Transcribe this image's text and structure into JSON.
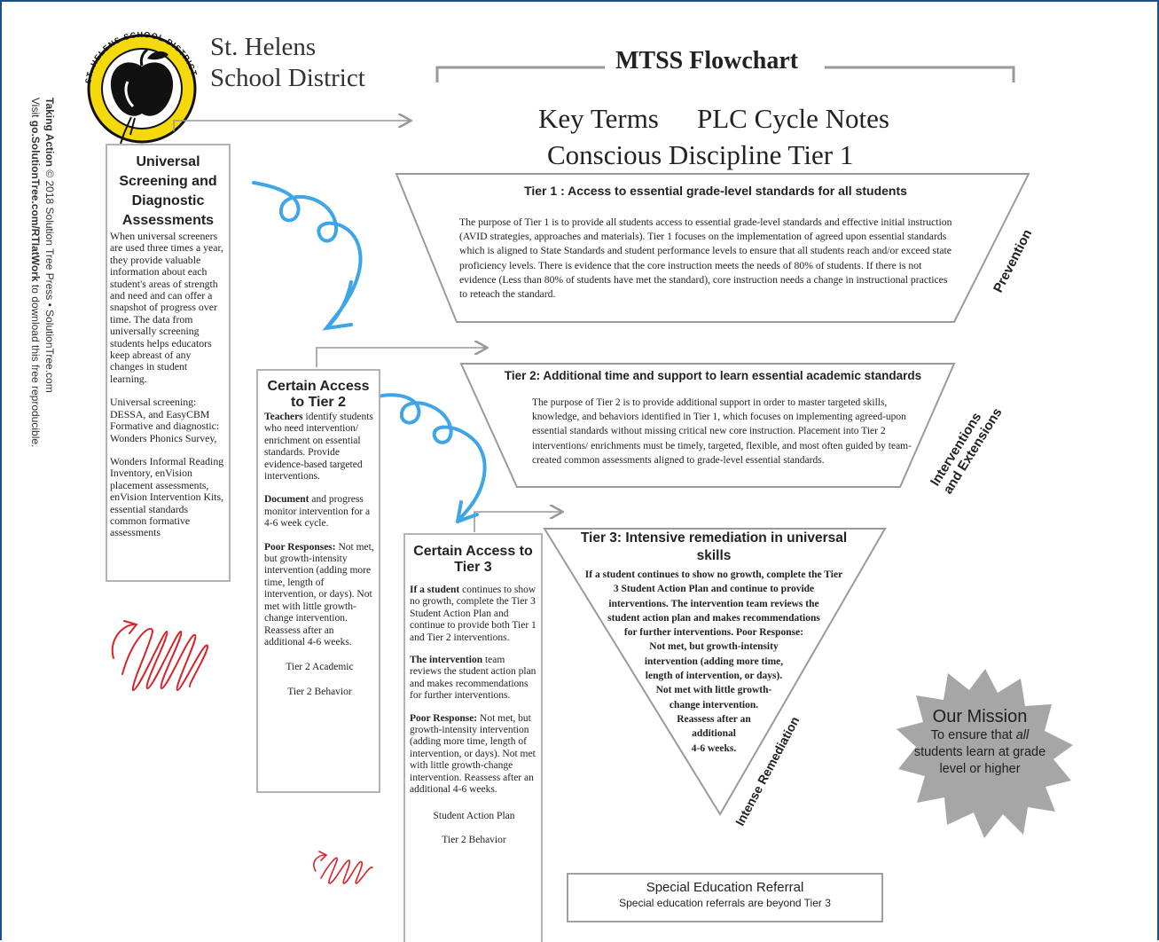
{
  "logo": {
    "ring_text": "ST. HELENS SCHOOL DISTRICT"
  },
  "district": {
    "line1": "St. Helens",
    "line2": "School District"
  },
  "credit": {
    "line1_a": "Taking Action",
    "line1_b": " © 2018 Solution Tree Press • SolutionTree.com",
    "line2_a": "Visit ",
    "line2_b": "go.SolutionTree.com/RTIatWork",
    "line2_c": " to download this free reproducible."
  },
  "header": {
    "title": "MTSS Flowchart",
    "links": {
      "key_terms": "Key Terms",
      "plc_notes": "PLC Cycle Notes",
      "conscious_discipline": "Conscious Discipline Tier 1"
    }
  },
  "screening": {
    "heading": "Universal Screening and Diagnostic Assessments",
    "para1": "When universal screeners are used three times a year, they provide valuable information about each student's areas of strength and need and can offer a snapshot of progress over time.  The data from universally screening students helps educators keep abreast of any changes in student learning.",
    "para2": "Universal screening: DESSA, and EasyCBM Formative and diagnostic:  Wonders Phonics Survey,",
    "para3": "Wonders Informal Reading Inventory, enVision placement assessments, enVision Intervention Kits, essential standards common formative assessments"
  },
  "tier1": {
    "heading": "Tier 1 : Access to essential grade-level standards for all students",
    "body": "The purpose of Tier 1 is to provide all students access to essential grade-level standards and effective initial instruction (AVID strategies, approaches and materials). Tier 1 focuses on the implementation of agreed upon essential standards which is aligned to State Standards and student performance levels to ensure that all students reach and/or exceed state proficiency levels. There is evidence that the core instruction meets the needs of 80% of students. If there is not evidence (Less than 80% of students have met the standard), core instruction needs a change in instructional practices to reteach the standard.",
    "side_label": "Prevention"
  },
  "tier2_access": {
    "heading": "Certain Access to Tier 2",
    "p1_bold": "Teachers",
    "p1_rest": " identify students who need intervention/ enrichment on essential standards. Provide evidence-based targeted interventions.",
    "p2_bold": "Document",
    "p2_rest": " and progress monitor intervention for a 4-6 week cycle.",
    "p3_bold": "Poor Responses:",
    "p3_rest": " Not met, but growth-intensity intervention (adding more time, length of intervention, or days). Not met with little growth-change intervention. Reassess after an additional 4-6 weeks.",
    "link_academic": "Tier 2 Academic",
    "link_behavior": "Tier 2 Behavior"
  },
  "tier2": {
    "heading": "Tier 2: Additional time and support to learn essential academic standards",
    "body": "The purpose of Tier 2 is to provide additional support in order to master targeted skills, knowledge, and behaviors identified in Tier 1, which focuses on implementing agreed-upon essential standards without missing critical new core instruction. Placement into Tier 2 interventions/ enrichments must be timely, targeted, flexible, and most often guided by team-created common assessments aligned to grade-level essential standards.",
    "side_label_1": "Interventions",
    "side_label_2": "and Extensions"
  },
  "tier3_access": {
    "heading": "Certain Access to Tier 3",
    "p1_bold": "If a student",
    "p1_rest": " continues to show no growth, complete the Tier 3 Student Action Plan and continue to provide both Tier 1 and Tier 2 interventions.",
    "p2_bold": "The intervention",
    "p2_rest": " team reviews the student action plan and makes recommendations for further interventions.",
    "p3_bold": "Poor Response:",
    "p3_rest": " Not met, but growth-intensity intervention (adding more time, length of intervention, or days). Not met with little growth-change intervention. Reassess after an additional 4-6 weeks.",
    "link_plan": "Student Action Plan",
    "link_behavior": "Tier 2 Behavior"
  },
  "tier3": {
    "heading_1": "Tier 3: Intensive remediation in universal",
    "heading_2": "skills",
    "lines": [
      "If a student continues to show no growth, complete the Tier",
      "3 Student Action Plan and continue to provide",
      "interventions. The intervention team reviews the",
      "student action plan and makes recommendations",
      "for further interventions. Poor Response:",
      "Not met, but growth-intensity",
      "intervention (adding more time,",
      "length of intervention, or days).",
      "Not met with little growth-",
      "change intervention.",
      "Reassess after an",
      "additional",
      "4-6 weeks."
    ],
    "side_label": "Intense Remediation"
  },
  "mission": {
    "heading": "Our Mission",
    "line1_a": "To ensure that ",
    "line1_b": "all",
    "line2": "students learn at grade",
    "line3": "level or higher"
  },
  "sped": {
    "heading": "Special Education Referral",
    "body": "Special education referrals are beyond Tier 3"
  },
  "colors": {
    "blue_arrow": "#3da5e8",
    "red_scribble": "#d8232a",
    "frame_border": "#1d4f8c",
    "logo_yellow": "#f5d90a",
    "box_border": "#b3b3b3"
  }
}
